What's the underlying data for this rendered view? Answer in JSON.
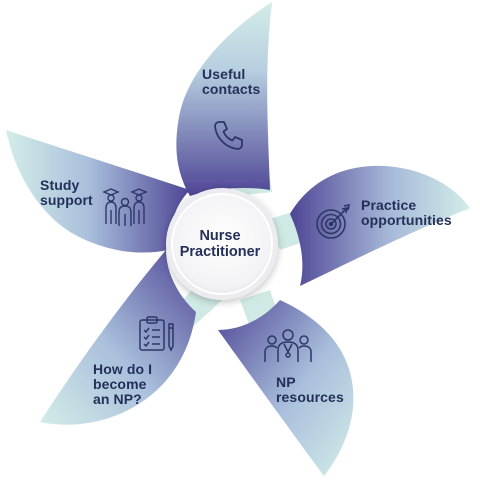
{
  "diagram": {
    "center": {
      "label": "Nurse\nPractitioner"
    },
    "petals": [
      {
        "label": "Useful\ncontacts",
        "icon": "phone-icon"
      },
      {
        "label": "Practice\nopportunities",
        "icon": "target-icon"
      },
      {
        "label": "NP\nresources",
        "icon": "team-icon"
      },
      {
        "label": "How do I\nbecome\nan NP?",
        "icon": "clipboard-checklist-icon"
      },
      {
        "label": "Study\nsupport",
        "icon": "graduates-icon"
      }
    ],
    "colors": {
      "petal_light": "#cdeae5",
      "petal_dark": "#4f4697",
      "text": "#23305a",
      "icon_stroke": "#2d3766",
      "center_fill": "#f4f4f6"
    }
  }
}
